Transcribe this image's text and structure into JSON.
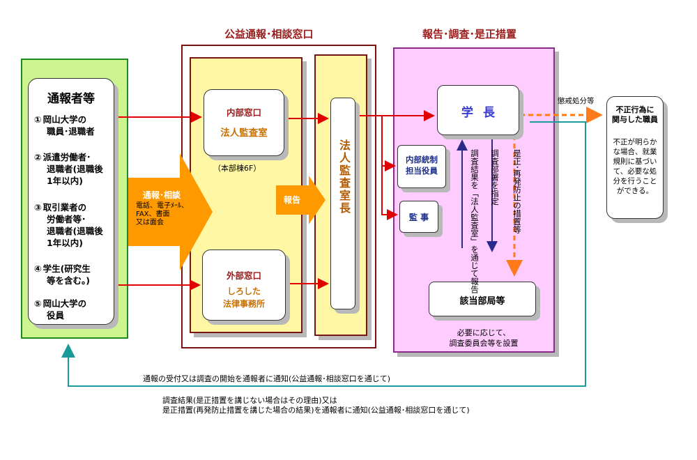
{
  "headings": {
    "consultation_window": "公益通報･相談窓口",
    "report_investigation": "報告･調査･是正措置"
  },
  "reporter": {
    "title": "通報者等",
    "items": [
      {
        "num": "①",
        "line1": "岡山大学の",
        "line2": "職員･退職者",
        "line3": ""
      },
      {
        "num": "②",
        "line1": "派遣労働者･",
        "line2": "退職者(退職後",
        "line3": "1年以内)"
      },
      {
        "num": "③",
        "line1": "取引業者の",
        "line2": "労働者等･",
        "line3": "退職者(退職後",
        "line4": "1年以内)"
      },
      {
        "num": "④",
        "line1": "学生(研究生",
        "line2": "等を含む。)",
        "line3": ""
      },
      {
        "num": "⑤",
        "line1": "岡山大学の",
        "line2": "役員",
        "line3": ""
      }
    ]
  },
  "report_consult": {
    "label": "通報･相談",
    "methods_line1": "電話、電子ﾒｰﾙ、",
    "methods_line2": "FAX、書面",
    "methods_line3": "又は面会"
  },
  "internal_window": {
    "title": "内部窓口",
    "name": "法人監査室",
    "location": "（本部棟6F）"
  },
  "external_window": {
    "title": "外部窓口",
    "name_line1": "しろした",
    "name_line2": "法律事務所"
  },
  "hokoku": "報告",
  "audit_director": "法人監査室長",
  "investigation": {
    "president": "学長",
    "officer_line1": "内部統制",
    "officer_line2": "担当役員",
    "auditor": "監 事",
    "dept": "該当部局等",
    "committee_line1": "必要に応じて、",
    "committee_line2": "調査委員会等を設置",
    "vt_results_col1": "調査結果を「法人監査室」を",
    "vt_results_col2": "通じて報告",
    "vt_dept": "調査部署を指定",
    "vt_prevent_col1": "是正･再発防止の",
    "vt_prevent_col2": "措置等"
  },
  "discipline": {
    "label": "懲戒処分等",
    "staff_title_line1": "不正行為に",
    "staff_title_line2": "関与した職員",
    "staff_body": "不正が明らかな場合、就業規則に基づいて、必要な処分を行うことができる。"
  },
  "notices": {
    "notice1": "通報の受付又は調査の開始を通報者に通知(公益通報･相談窓口を通じて)",
    "notice2_line1": "調査結果(是正措置を講じない場合はその理由)又は",
    "notice2_line2": "是正措置(再発防止措置を講じた場合の結果)を通報者に通知(公益通報･相談窓口を通じて)"
  },
  "colors": {
    "reporter_panel": "#ccf58f",
    "consult_panel": "#fff7a3",
    "investigation_panel": "#ffccff",
    "flow_arrow": "#e00000",
    "big_arrow": "#ff9900",
    "feedback_arrow": "#1a9a9a",
    "dept_arrow": "#2a2a8a"
  }
}
